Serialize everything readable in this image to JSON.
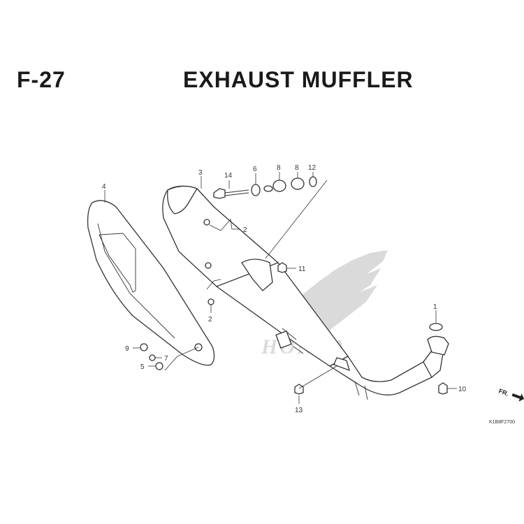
{
  "header": {
    "code": "F-27",
    "title": "EXHAUST MUFFLER"
  },
  "callouts": {
    "n1": "1",
    "n2a": "2",
    "n2b": "2",
    "n3": "3",
    "n4": "4",
    "n5": "5",
    "n6": "6",
    "n7": "7",
    "n8a": "8",
    "n8b": "8",
    "n9": "9",
    "n10": "10",
    "n11": "11",
    "n12": "12",
    "n13": "13",
    "n14": "14"
  },
  "direction_marker": "FR.",
  "figure_code": "K1B8F2700",
  "watermark_text": "HONDA",
  "colors": {
    "line": "#333333",
    "watermark": "#dadada",
    "background": "#ffffff"
  }
}
